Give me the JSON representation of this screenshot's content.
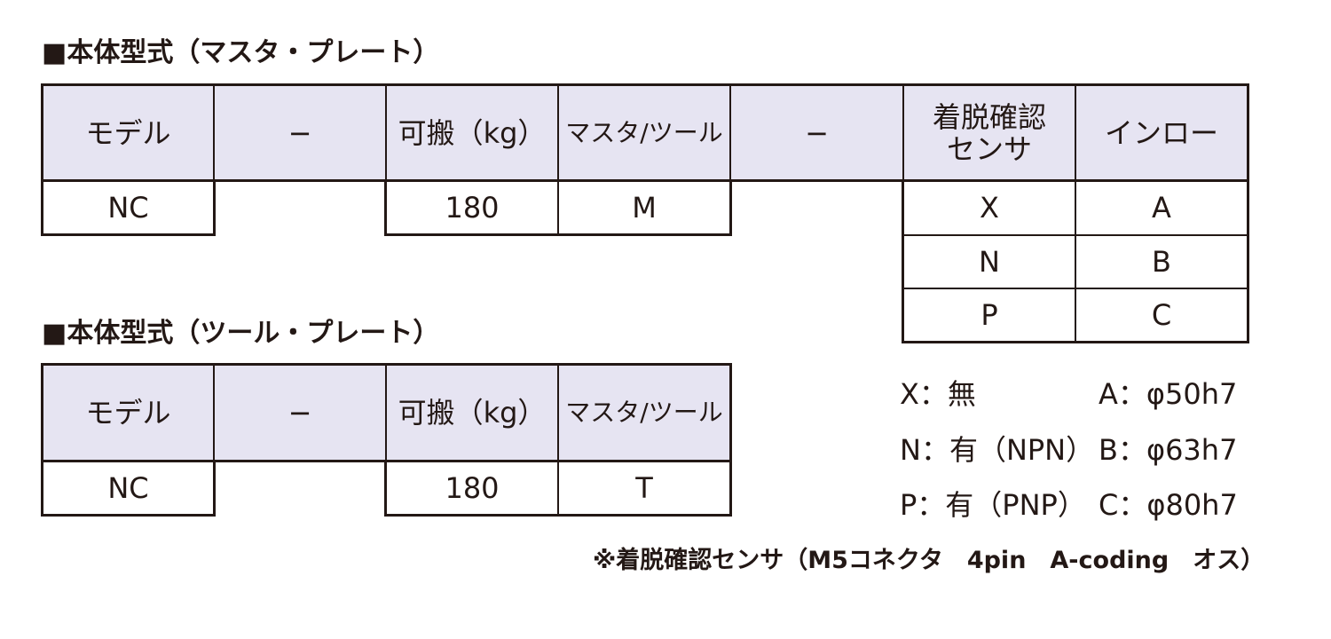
{
  "section_master": {
    "title": "■本体型式（マスタ・プレート）"
  },
  "section_tool": {
    "title": "■本体型式（ツール・プレート）"
  },
  "master_table": {
    "headers": [
      "モデル",
      "−",
      "可搬（kg）",
      "マスタ/ツール",
      "−",
      "着脱確認",
      "センサ",
      "インロー"
    ],
    "row": {
      "model": "NC",
      "payload": "180",
      "type": "M"
    },
    "options": [
      {
        "sensor": "X",
        "spigot": "A"
      },
      {
        "sensor": "N",
        "spigot": "B"
      },
      {
        "sensor": "P",
        "spigot": "C"
      }
    ]
  },
  "tool_table": {
    "headers": [
      "モデル",
      "−",
      "可搬（kg）",
      "マスタ/ツール"
    ],
    "row": {
      "model": "NC",
      "payload": "180",
      "type": "T"
    }
  },
  "legend": {
    "sensor": [
      "X：無",
      "N：有（NPN）",
      "P：有（PNP）"
    ],
    "spigot": [
      "A：φ50h7",
      "B：φ63h7",
      "C：φ80h7"
    ]
  },
  "note": "※着脱確認センサ（M5コネクタ　4pin　A-coding　オス）"
}
